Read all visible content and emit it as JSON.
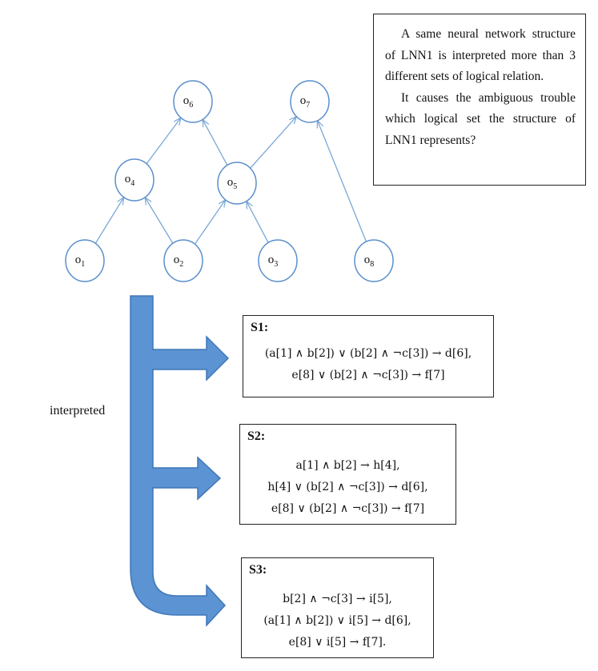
{
  "note": {
    "line1": "A same neural network structure of LNN1 is interpreted more than 3 different sets of logical relation.",
    "line2": "It causes the ambiguous trouble which logical set the structure of LNN1 represents?"
  },
  "nodes": [
    {
      "id": "o6",
      "base": "o",
      "sub": "6"
    },
    {
      "id": "o7",
      "base": "o",
      "sub": "7"
    },
    {
      "id": "o4",
      "base": "o",
      "sub": "4"
    },
    {
      "id": "o5",
      "base": "o",
      "sub": "5"
    },
    {
      "id": "o1",
      "base": "o",
      "sub": "1"
    },
    {
      "id": "o2",
      "base": "o",
      "sub": "2"
    },
    {
      "id": "o3",
      "base": "o",
      "sub": "3"
    },
    {
      "id": "o8",
      "base": "o",
      "sub": "8"
    }
  ],
  "edges": [
    [
      "o1",
      "o4"
    ],
    [
      "o2",
      "o4"
    ],
    [
      "o2",
      "o5"
    ],
    [
      "o3",
      "o5"
    ],
    [
      "o4",
      "o6"
    ],
    [
      "o5",
      "o6"
    ],
    [
      "o5",
      "o7"
    ],
    [
      "o8",
      "o7"
    ]
  ],
  "interpreted_label": "interpreted",
  "sets": {
    "s1": {
      "title": "S1:",
      "lines": [
        "(a[1] ∧ b[2]) ∨ (b[2] ∧ ¬c[3]) → d[6],",
        "e[8] ∨ (b[2] ∧ ¬c[3]) → f[7]"
      ]
    },
    "s2": {
      "title": "S2:",
      "lines": [
        "a[1] ∧ b[2] → h[4],",
        "h[4] ∨ (b[2] ∧ ¬c[3]) → d[6],",
        "e[8] ∨ (b[2] ∧ ¬c[3]) → f[7]"
      ]
    },
    "s3": {
      "title": "S3:",
      "lines": [
        "b[2] ∧ ¬c[3] → i[5],",
        "(a[1] ∧ b[2]) ∨ i[5] → d[6],",
        "e[8] ∨ i[5] → f[7]."
      ]
    }
  },
  "colors": {
    "edge": "#7aa7d6",
    "node_stroke": "#5b8fcb",
    "arrow_fill": "#5b93d3",
    "arrow_stroke": "#3f77b8"
  }
}
